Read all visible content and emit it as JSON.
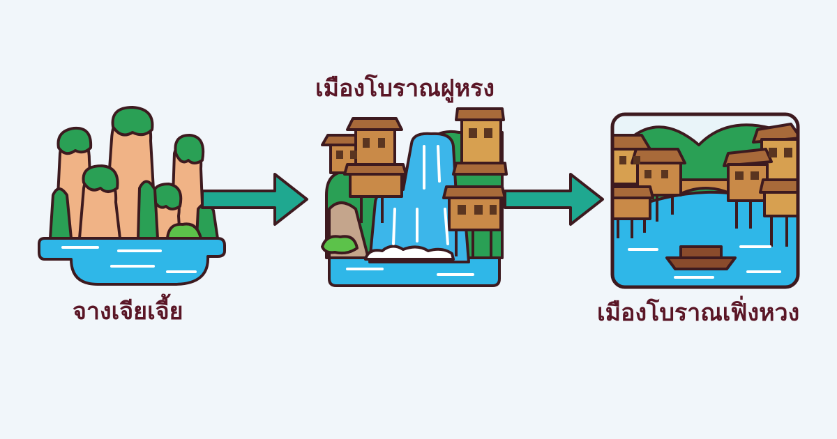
{
  "diagram": {
    "nodes": [
      {
        "id": "zhangjiajie",
        "label": "จางเจียเจี้ย",
        "icon": "karst-mountains-lake-icon"
      },
      {
        "id": "furong",
        "label": "เมืองโบราณฝูหรง",
        "icon": "waterfall-stilt-houses-icon"
      },
      {
        "id": "fenghuang",
        "label": "เมืองโบราณเฟิ่งหวง",
        "icon": "river-town-boat-icon"
      }
    ],
    "edges": [
      {
        "from": "zhangjiajie",
        "to": "furong",
        "icon": "arrow-right-icon"
      },
      {
        "from": "furong",
        "to": "fenghuang",
        "icon": "arrow-right-icon"
      }
    ],
    "colors": {
      "background": "#f1f6fa",
      "label_text": "#5a1626",
      "arrow": "#1fa890",
      "outline": "#3d1a1f",
      "water": "#2fb7e8",
      "green": "#2aa055",
      "rock": "#f0b386",
      "wood": "#c98a48"
    }
  }
}
